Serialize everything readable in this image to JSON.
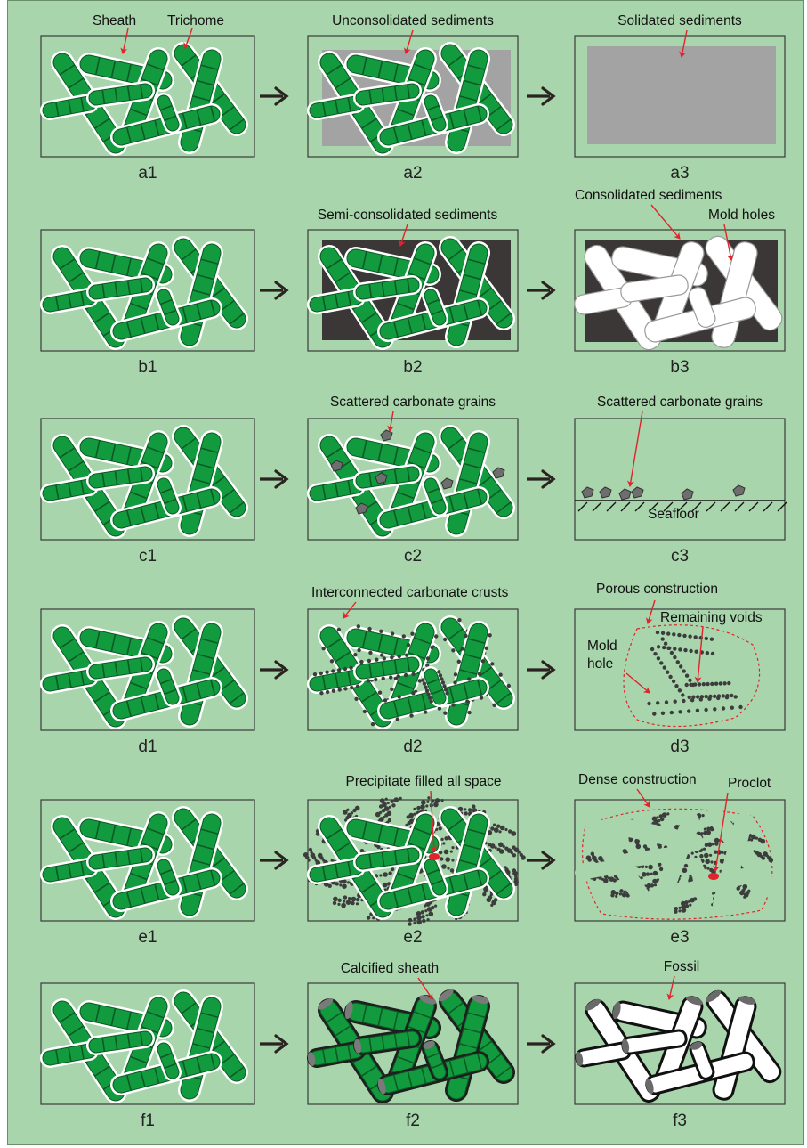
{
  "colors": {
    "background": "#a8d5ab",
    "trichome": "#129a3f",
    "trichome_dark": "#0b5a23",
    "sheath": "#ffffff",
    "sediment": "#a3a3a3",
    "semi_consolidated": "#3b3737",
    "arrow": "#e0242c",
    "step_arrow": "#2a2320",
    "mold_hole": "#ffffff",
    "carbonate": "#3c3c3c",
    "calcified": "#1e1e1e"
  },
  "rows": [
    {
      "id": "a",
      "panels": [
        {
          "id": "a1",
          "caption": "a1",
          "kind": "filaments",
          "labels": [
            "Sheath",
            "Trichome"
          ]
        },
        {
          "id": "a2",
          "caption": "a2",
          "kind": "filaments-grey",
          "labels": [
            "Unconsolidated sediments"
          ]
        },
        {
          "id": "a3",
          "caption": "a3",
          "kind": "grey-block",
          "labels": [
            "Solidated sediments"
          ]
        }
      ]
    },
    {
      "id": "b",
      "panels": [
        {
          "id": "b1",
          "caption": "b1",
          "kind": "filaments",
          "labels": []
        },
        {
          "id": "b2",
          "caption": "b2",
          "kind": "filaments-dark",
          "labels": [
            "Semi-consolidated sediments"
          ]
        },
        {
          "id": "b3",
          "caption": "b3",
          "kind": "molds",
          "labels": [
            "Consolidated sediments",
            "Mold  holes"
          ]
        }
      ]
    },
    {
      "id": "c",
      "panels": [
        {
          "id": "c1",
          "caption": "c1",
          "kind": "filaments",
          "labels": []
        },
        {
          "id": "c2",
          "caption": "c2",
          "kind": "filaments-grains",
          "labels": [
            "Scattered carbonate grains"
          ]
        },
        {
          "id": "c3",
          "caption": "c3",
          "kind": "seafloor",
          "labels": [
            "Scattered carbonate grains",
            "Seafloor"
          ]
        }
      ]
    },
    {
      "id": "d",
      "panels": [
        {
          "id": "d1",
          "caption": "d1",
          "kind": "filaments",
          "labels": []
        },
        {
          "id": "d2",
          "caption": "d2",
          "kind": "filaments-crusts",
          "labels": [
            "Interconnected carbonate crusts"
          ]
        },
        {
          "id": "d3",
          "caption": "d3",
          "kind": "porous",
          "labels": [
            "Porous construction",
            "Remaining voids",
            "Mold",
            "hole"
          ]
        }
      ]
    },
    {
      "id": "e",
      "panels": [
        {
          "id": "e1",
          "caption": "e1",
          "kind": "filaments",
          "labels": []
        },
        {
          "id": "e2",
          "caption": "e2",
          "kind": "filaments-filled",
          "labels": [
            "Precipitate filled all space"
          ]
        },
        {
          "id": "e3",
          "caption": "e3",
          "kind": "dense",
          "labels": [
            "Dense construction",
            "Proclot"
          ]
        }
      ]
    },
    {
      "id": "f",
      "panels": [
        {
          "id": "f1",
          "caption": "f1",
          "kind": "filaments",
          "labels": []
        },
        {
          "id": "f2",
          "caption": "f2",
          "kind": "filaments-calcified",
          "labels": [
            "Calcified sheath"
          ]
        },
        {
          "id": "f3",
          "caption": "f3",
          "kind": "fossil",
          "labels": [
            "Fossil"
          ]
        }
      ]
    }
  ]
}
